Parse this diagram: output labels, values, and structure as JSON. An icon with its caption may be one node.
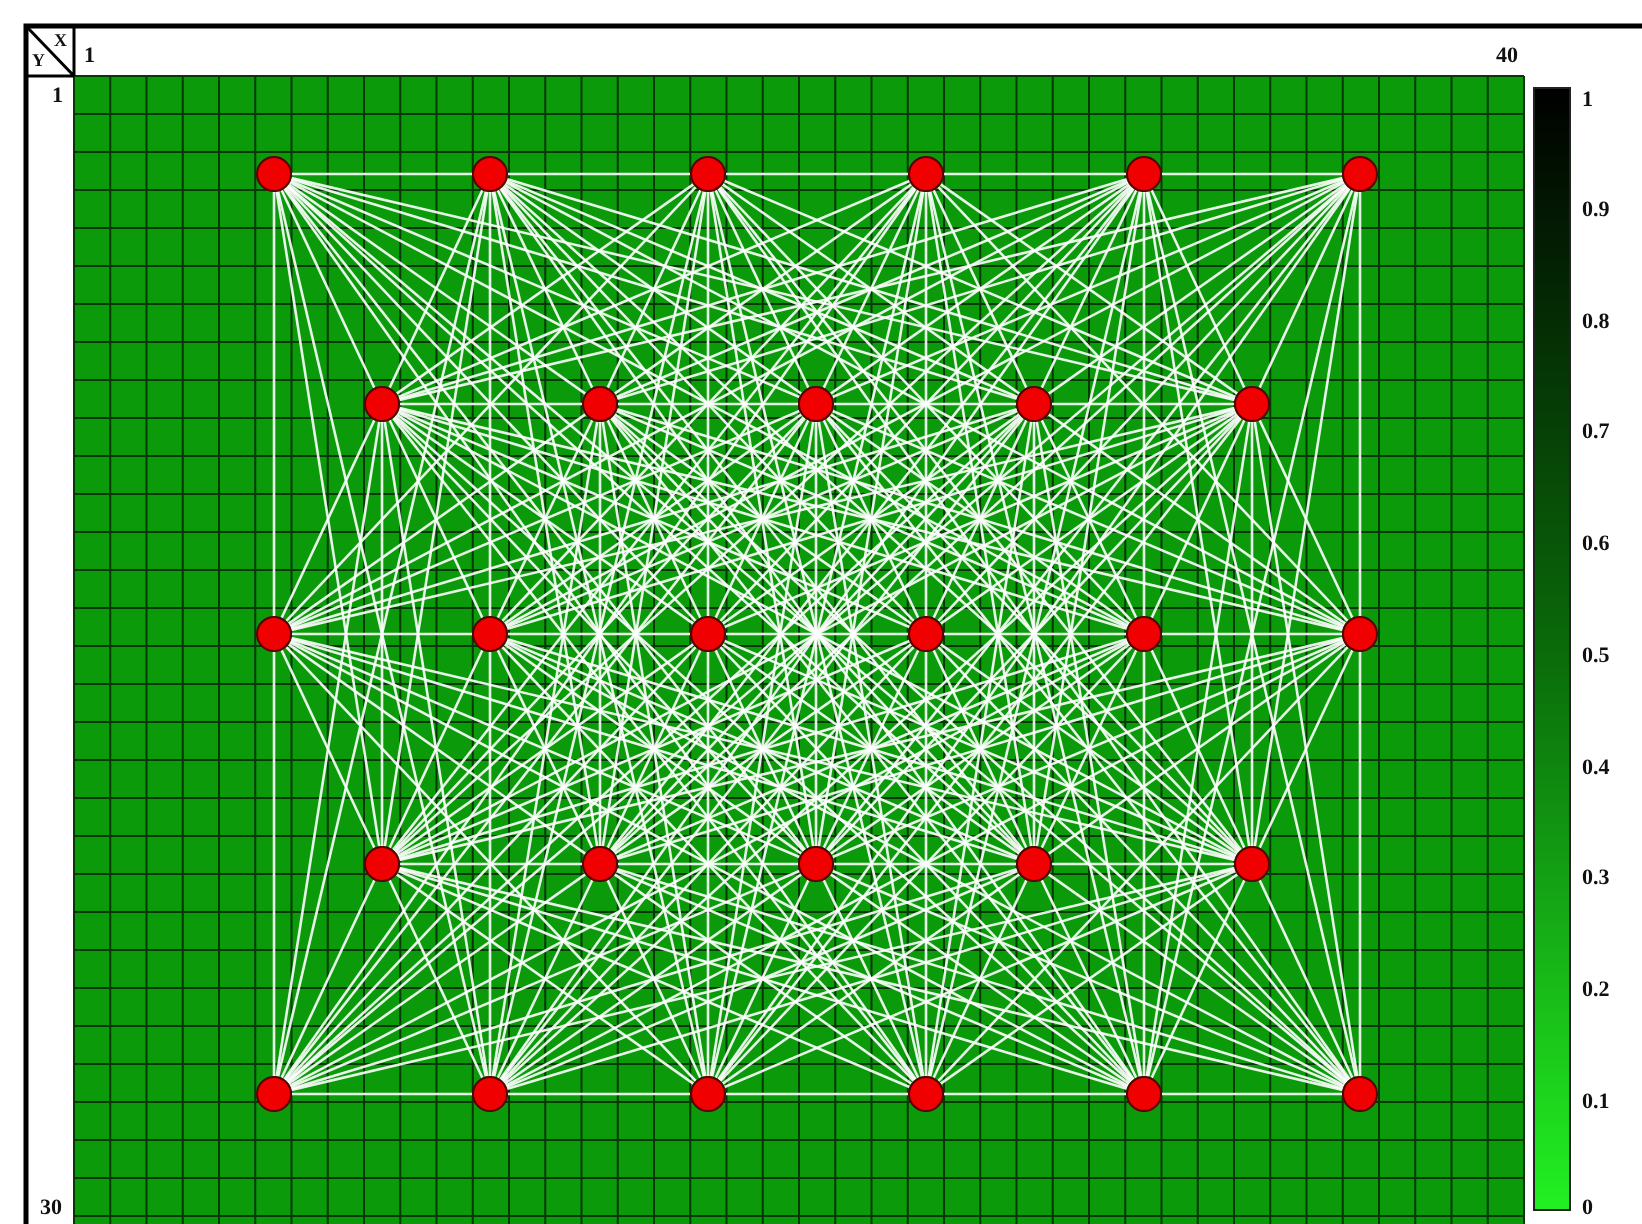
{
  "diagram": {
    "nodes": [
      {
        "text": [],
        "shape": "circle"
      },
      {
        "text": [],
        "shape": "circle"
      },
      {
        "text": [],
        "shape": "circle"
      },
      {
        "text": [],
        "shape": "circle"
      },
      {
        "text": [],
        "shape": "circle"
      },
      {
        "text": [],
        "shape": "circle"
      },
      {
        "text": [],
        "shape": "circle"
      },
      {
        "text": [],
        "shape": "circle"
      },
      {
        "text": [],
        "shape": "circle"
      },
      {
        "text": [],
        "shape": "circle"
      },
      {
        "text": [],
        "shape": "circle"
      },
      {
        "text": [],
        "shape": "circle"
      },
      {
        "text": [],
        "shape": "circle"
      },
      {
        "text": [],
        "shape": "circle"
      },
      {
        "text": [],
        "shape": "circle"
      },
      {
        "text": [],
        "shape": "circle"
      },
      {
        "text": [],
        "shape": "circle"
      },
      {
        "text": [],
        "shape": "circle"
      },
      {
        "text": [],
        "shape": "circle"
      },
      {
        "text": [],
        "shape": "circle"
      },
      {
        "text": [],
        "shape": "circle"
      },
      {
        "text": [],
        "shape": "circle"
      },
      {
        "text": [],
        "shape": "circle"
      },
      {
        "text": [],
        "shape": "circle"
      },
      {
        "text": [],
        "shape": "circle"
      },
      {
        "text": [],
        "shape": "circle"
      },
      {
        "text": [],
        "shape": "circle"
      },
      {
        "text": [],
        "shape": "circle"
      }
    ],
    "edges": [
      {
        "from": 0,
        "to": 1,
        "arrow": "none"
      },
      {
        "from": 0,
        "to": 6,
        "arrow": "none"
      },
      {
        "from": 0,
        "to": 7,
        "arrow": "none"
      },
      {
        "from": 0,
        "to": 8,
        "arrow": "none"
      },
      {
        "from": 0,
        "to": 9,
        "arrow": "none"
      },
      {
        "from": 0,
        "to": 10,
        "arrow": "none"
      },
      {
        "from": 0,
        "to": 11,
        "arrow": "none"
      },
      {
        "from": 0,
        "to": 13,
        "arrow": "none"
      },
      {
        "from": 0,
        "to": 15,
        "arrow": "none"
      },
      {
        "from": 0,
        "to": 17,
        "arrow": "none"
      },
      {
        "from": 0,
        "to": 19,
        "arrow": "none"
      },
      {
        "from": 0,
        "to": 20,
        "arrow": "none"
      },
      {
        "from": 0,
        "to": 23,
        "arrow": "none"
      },
      {
        "from": 0,
        "to": 25,
        "arrow": "none"
      },
      {
        "from": 0,
        "to": 27,
        "arrow": "none"
      },
      {
        "from": 1,
        "to": 2,
        "arrow": "none"
      },
      {
        "from": 1,
        "to": 6,
        "arrow": "none"
      },
      {
        "from": 1,
        "to": 7,
        "arrow": "none"
      },
      {
        "from": 1,
        "to": 8,
        "arrow": "none"
      },
      {
        "from": 1,
        "to": 9,
        "arrow": "none"
      },
      {
        "from": 1,
        "to": 10,
        "arrow": "none"
      },
      {
        "from": 1,
        "to": 12,
        "arrow": "none"
      },
      {
        "from": 1,
        "to": 14,
        "arrow": "none"
      },
      {
        "from": 1,
        "to": 16,
        "arrow": "none"
      },
      {
        "from": 1,
        "to": 17,
        "arrow": "none"
      },
      {
        "from": 1,
        "to": 18,
        "arrow": "none"
      },
      {
        "from": 1,
        "to": 20,
        "arrow": "none"
      },
      {
        "from": 1,
        "to": 21,
        "arrow": "none"
      },
      {
        "from": 1,
        "to": 22,
        "arrow": "none"
      },
      {
        "from": 1,
        "to": 24,
        "arrow": "none"
      },
      {
        "from": 1,
        "to": 26,
        "arrow": "none"
      },
      {
        "from": 2,
        "to": 3,
        "arrow": "none"
      },
      {
        "from": 2,
        "to": 6,
        "arrow": "none"
      },
      {
        "from": 2,
        "to": 7,
        "arrow": "none"
      },
      {
        "from": 2,
        "to": 8,
        "arrow": "none"
      },
      {
        "from": 2,
        "to": 9,
        "arrow": "none"
      },
      {
        "from": 2,
        "to": 10,
        "arrow": "none"
      },
      {
        "from": 2,
        "to": 11,
        "arrow": "none"
      },
      {
        "from": 2,
        "to": 13,
        "arrow": "none"
      },
      {
        "from": 2,
        "to": 15,
        "arrow": "none"
      },
      {
        "from": 2,
        "to": 18,
        "arrow": "none"
      },
      {
        "from": 2,
        "to": 19,
        "arrow": "none"
      },
      {
        "from": 2,
        "to": 21,
        "arrow": "none"
      },
      {
        "from": 2,
        "to": 23,
        "arrow": "none"
      },
      {
        "from": 2,
        "to": 25,
        "arrow": "none"
      },
      {
        "from": 2,
        "to": 27,
        "arrow": "none"
      },
      {
        "from": 3,
        "to": 4,
        "arrow": "none"
      },
      {
        "from": 3,
        "to": 6,
        "arrow": "none"
      },
      {
        "from": 3,
        "to": 7,
        "arrow": "none"
      },
      {
        "from": 3,
        "to": 8,
        "arrow": "none"
      },
      {
        "from": 3,
        "to": 9,
        "arrow": "none"
      },
      {
        "from": 3,
        "to": 10,
        "arrow": "none"
      },
      {
        "from": 3,
        "to": 12,
        "arrow": "none"
      },
      {
        "from": 3,
        "to": 14,
        "arrow": "none"
      },
      {
        "from": 3,
        "to": 16,
        "arrow": "none"
      },
      {
        "from": 3,
        "to": 17,
        "arrow": "none"
      },
      {
        "from": 3,
        "to": 19,
        "arrow": "none"
      },
      {
        "from": 3,
        "to": 20,
        "arrow": "none"
      },
      {
        "from": 3,
        "to": 22,
        "arrow": "none"
      },
      {
        "from": 3,
        "to": 24,
        "arrow": "none"
      },
      {
        "from": 3,
        "to": 26,
        "arrow": "none"
      },
      {
        "from": 4,
        "to": 5,
        "arrow": "none"
      },
      {
        "from": 4,
        "to": 6,
        "arrow": "none"
      },
      {
        "from": 4,
        "to": 7,
        "arrow": "none"
      },
      {
        "from": 4,
        "to": 8,
        "arrow": "none"
      },
      {
        "from": 4,
        "to": 9,
        "arrow": "none"
      },
      {
        "from": 4,
        "to": 10,
        "arrow": "none"
      },
      {
        "from": 4,
        "to": 11,
        "arrow": "none"
      },
      {
        "from": 4,
        "to": 13,
        "arrow": "none"
      },
      {
        "from": 4,
        "to": 15,
        "arrow": "none"
      },
      {
        "from": 4,
        "to": 17,
        "arrow": "none"
      },
      {
        "from": 4,
        "to": 18,
        "arrow": "none"
      },
      {
        "from": 4,
        "to": 20,
        "arrow": "none"
      },
      {
        "from": 4,
        "to": 21,
        "arrow": "none"
      },
      {
        "from": 4,
        "to": 23,
        "arrow": "none"
      },
      {
        "from": 4,
        "to": 25,
        "arrow": "none"
      },
      {
        "from": 4,
        "to": 27,
        "arrow": "none"
      },
      {
        "from": 5,
        "to": 6,
        "arrow": "none"
      },
      {
        "from": 5,
        "to": 7,
        "arrow": "none"
      },
      {
        "from": 5,
        "to": 8,
        "arrow": "none"
      },
      {
        "from": 5,
        "to": 9,
        "arrow": "none"
      },
      {
        "from": 5,
        "to": 10,
        "arrow": "none"
      },
      {
        "from": 5,
        "to": 12,
        "arrow": "none"
      },
      {
        "from": 5,
        "to": 14,
        "arrow": "none"
      },
      {
        "from": 5,
        "to": 16,
        "arrow": "none"
      },
      {
        "from": 5,
        "to": 18,
        "arrow": "none"
      },
      {
        "from": 5,
        "to": 19,
        "arrow": "none"
      },
      {
        "from": 5,
        "to": 21,
        "arrow": "none"
      },
      {
        "from": 5,
        "to": 22,
        "arrow": "none"
      },
      {
        "from": 5,
        "to": 24,
        "arrow": "none"
      },
      {
        "from": 5,
        "to": 26,
        "arrow": "none"
      },
      {
        "from": 6,
        "to": 7,
        "arrow": "none"
      },
      {
        "from": 6,
        "to": 11,
        "arrow": "none"
      },
      {
        "from": 6,
        "to": 12,
        "arrow": "none"
      },
      {
        "from": 6,
        "to": 13,
        "arrow": "none"
      },
      {
        "from": 6,
        "to": 14,
        "arrow": "none"
      },
      {
        "from": 6,
        "to": 15,
        "arrow": "none"
      },
      {
        "from": 6,
        "to": 16,
        "arrow": "none"
      },
      {
        "from": 6,
        "to": 17,
        "arrow": "none"
      },
      {
        "from": 6,
        "to": 19,
        "arrow": "none"
      },
      {
        "from": 6,
        "to": 21,
        "arrow": "none"
      },
      {
        "from": 6,
        "to": 22,
        "arrow": "none"
      },
      {
        "from": 6,
        "to": 23,
        "arrow": "none"
      },
      {
        "from": 6,
        "to": 25,
        "arrow": "none"
      },
      {
        "from": 6,
        "to": 26,
        "arrow": "none"
      },
      {
        "from": 7,
        "to": 8,
        "arrow": "none"
      },
      {
        "from": 7,
        "to": 11,
        "arrow": "none"
      },
      {
        "from": 7,
        "to": 12,
        "arrow": "none"
      },
      {
        "from": 7,
        "to": 13,
        "arrow": "none"
      },
      {
        "from": 7,
        "to": 14,
        "arrow": "none"
      },
      {
        "from": 7,
        "to": 15,
        "arrow": "none"
      },
      {
        "from": 7,
        "to": 16,
        "arrow": "none"
      },
      {
        "from": 7,
        "to": 18,
        "arrow": "none"
      },
      {
        "from": 7,
        "to": 20,
        "arrow": "none"
      },
      {
        "from": 7,
        "to": 23,
        "arrow": "none"
      },
      {
        "from": 7,
        "to": 24,
        "arrow": "none"
      },
      {
        "from": 7,
        "to": 26,
        "arrow": "none"
      },
      {
        "from": 7,
        "to": 27,
        "arrow": "none"
      },
      {
        "from": 8,
        "to": 9,
        "arrow": "none"
      },
      {
        "from": 8,
        "to": 11,
        "arrow": "none"
      },
      {
        "from": 8,
        "to": 12,
        "arrow": "none"
      },
      {
        "from": 8,
        "to": 13,
        "arrow": "none"
      },
      {
        "from": 8,
        "to": 14,
        "arrow": "none"
      },
      {
        "from": 8,
        "to": 15,
        "arrow": "none"
      },
      {
        "from": 8,
        "to": 16,
        "arrow": "none"
      },
      {
        "from": 8,
        "to": 17,
        "arrow": "none"
      },
      {
        "from": 8,
        "to": 19,
        "arrow": "none"
      },
      {
        "from": 8,
        "to": 21,
        "arrow": "none"
      },
      {
        "from": 8,
        "to": 22,
        "arrow": "none"
      },
      {
        "from": 8,
        "to": 24,
        "arrow": "none"
      },
      {
        "from": 8,
        "to": 25,
        "arrow": "none"
      },
      {
        "from": 8,
        "to": 27,
        "arrow": "none"
      },
      {
        "from": 9,
        "to": 10,
        "arrow": "none"
      },
      {
        "from": 9,
        "to": 11,
        "arrow": "none"
      },
      {
        "from": 9,
        "to": 12,
        "arrow": "none"
      },
      {
        "from": 9,
        "to": 13,
        "arrow": "none"
      },
      {
        "from": 9,
        "to": 14,
        "arrow": "none"
      },
      {
        "from": 9,
        "to": 15,
        "arrow": "none"
      },
      {
        "from": 9,
        "to": 16,
        "arrow": "none"
      },
      {
        "from": 9,
        "to": 18,
        "arrow": "none"
      },
      {
        "from": 9,
        "to": 20,
        "arrow": "none"
      },
      {
        "from": 9,
        "to": 22,
        "arrow": "none"
      },
      {
        "from": 9,
        "to": 23,
        "arrow": "none"
      },
      {
        "from": 9,
        "to": 25,
        "arrow": "none"
      },
      {
        "from": 9,
        "to": 26,
        "arrow": "none"
      },
      {
        "from": 10,
        "to": 11,
        "arrow": "none"
      },
      {
        "from": 10,
        "to": 12,
        "arrow": "none"
      },
      {
        "from": 10,
        "to": 13,
        "arrow": "none"
      },
      {
        "from": 10,
        "to": 14,
        "arrow": "none"
      },
      {
        "from": 10,
        "to": 15,
        "arrow": "none"
      },
      {
        "from": 10,
        "to": 16,
        "arrow": "none"
      },
      {
        "from": 10,
        "to": 17,
        "arrow": "none"
      },
      {
        "from": 10,
        "to": 19,
        "arrow": "none"
      },
      {
        "from": 10,
        "to": 21,
        "arrow": "none"
      },
      {
        "from": 10,
        "to": 23,
        "arrow": "none"
      },
      {
        "from": 10,
        "to": 24,
        "arrow": "none"
      },
      {
        "from": 10,
        "to": 26,
        "arrow": "none"
      },
      {
        "from": 10,
        "to": 27,
        "arrow": "none"
      },
      {
        "from": 11,
        "to": 12,
        "arrow": "none"
      },
      {
        "from": 11,
        "to": 17,
        "arrow": "none"
      },
      {
        "from": 11,
        "to": 18,
        "arrow": "none"
      },
      {
        "from": 11,
        "to": 19,
        "arrow": "none"
      },
      {
        "from": 11,
        "to": 20,
        "arrow": "none"
      },
      {
        "from": 11,
        "to": 21,
        "arrow": "none"
      },
      {
        "from": 11,
        "to": 22,
        "arrow": "none"
      },
      {
        "from": 11,
        "to": 24,
        "arrow": "none"
      },
      {
        "from": 11,
        "to": 26,
        "arrow": "none"
      },
      {
        "from": 12,
        "to": 13,
        "arrow": "none"
      },
      {
        "from": 12,
        "to": 17,
        "arrow": "none"
      },
      {
        "from": 12,
        "to": 18,
        "arrow": "none"
      },
      {
        "from": 12,
        "to": 19,
        "arrow": "none"
      },
      {
        "from": 12,
        "to": 20,
        "arrow": "none"
      },
      {
        "from": 12,
        "to": 21,
        "arrow": "none"
      },
      {
        "from": 12,
        "to": 23,
        "arrow": "none"
      },
      {
        "from": 12,
        "to": 25,
        "arrow": "none"
      },
      {
        "from": 12,
        "to": 27,
        "arrow": "none"
      },
      {
        "from": 13,
        "to": 14,
        "arrow": "none"
      },
      {
        "from": 13,
        "to": 17,
        "arrow": "none"
      },
      {
        "from": 13,
        "to": 18,
        "arrow": "none"
      },
      {
        "from": 13,
        "to": 19,
        "arrow": "none"
      },
      {
        "from": 13,
        "to": 20,
        "arrow": "none"
      },
      {
        "from": 13,
        "to": 21,
        "arrow": "none"
      },
      {
        "from": 13,
        "to": 22,
        "arrow": "none"
      },
      {
        "from": 13,
        "to": 24,
        "arrow": "none"
      },
      {
        "from": 13,
        "to": 26,
        "arrow": "none"
      },
      {
        "from": 14,
        "to": 15,
        "arrow": "none"
      },
      {
        "from": 14,
        "to": 17,
        "arrow": "none"
      },
      {
        "from": 14,
        "to": 18,
        "arrow": "none"
      },
      {
        "from": 14,
        "to": 19,
        "arrow": "none"
      },
      {
        "from": 14,
        "to": 20,
        "arrow": "none"
      },
      {
        "from": 14,
        "to": 21,
        "arrow": "none"
      },
      {
        "from": 14,
        "to": 23,
        "arrow": "none"
      },
      {
        "from": 14,
        "to": 25,
        "arrow": "none"
      },
      {
        "from": 14,
        "to": 27,
        "arrow": "none"
      },
      {
        "from": 15,
        "to": 16,
        "arrow": "none"
      },
      {
        "from": 15,
        "to": 17,
        "arrow": "none"
      },
      {
        "from": 15,
        "to": 18,
        "arrow": "none"
      },
      {
        "from": 15,
        "to": 19,
        "arrow": "none"
      },
      {
        "from": 15,
        "to": 20,
        "arrow": "none"
      },
      {
        "from": 15,
        "to": 21,
        "arrow": "none"
      },
      {
        "from": 15,
        "to": 22,
        "arrow": "none"
      },
      {
        "from": 15,
        "to": 24,
        "arrow": "none"
      },
      {
        "from": 15,
        "to": 26,
        "arrow": "none"
      },
      {
        "from": 16,
        "to": 17,
        "arrow": "none"
      },
      {
        "from": 16,
        "to": 18,
        "arrow": "none"
      },
      {
        "from": 16,
        "to": 19,
        "arrow": "none"
      },
      {
        "from": 16,
        "to": 20,
        "arrow": "none"
      },
      {
        "from": 16,
        "to": 21,
        "arrow": "none"
      },
      {
        "from": 16,
        "to": 23,
        "arrow": "none"
      },
      {
        "from": 16,
        "to": 25,
        "arrow": "none"
      },
      {
        "from": 16,
        "to": 27,
        "arrow": "none"
      },
      {
        "from": 17,
        "to": 18,
        "arrow": "none"
      },
      {
        "from": 17,
        "to": 22,
        "arrow": "none"
      },
      {
        "from": 17,
        "to": 23,
        "arrow": "none"
      },
      {
        "from": 17,
        "to": 24,
        "arrow": "none"
      },
      {
        "from": 17,
        "to": 25,
        "arrow": "none"
      },
      {
        "from": 17,
        "to": 26,
        "arrow": "none"
      },
      {
        "from": 17,
        "to": 27,
        "arrow": "none"
      },
      {
        "from": 18,
        "to": 19,
        "arrow": "none"
      },
      {
        "from": 18,
        "to": 22,
        "arrow": "none"
      },
      {
        "from": 18,
        "to": 23,
        "arrow": "none"
      },
      {
        "from": 18,
        "to": 24,
        "arrow": "none"
      },
      {
        "from": 18,
        "to": 25,
        "arrow": "none"
      },
      {
        "from": 18,
        "to": 26,
        "arrow": "none"
      },
      {
        "from": 18,
        "to": 27,
        "arrow": "none"
      },
      {
        "from": 19,
        "to": 20,
        "arrow": "none"
      },
      {
        "from": 19,
        "to": 22,
        "arrow": "none"
      },
      {
        "from": 19,
        "to": 23,
        "arrow": "none"
      },
      {
        "from": 19,
        "to": 24,
        "arrow": "none"
      },
      {
        "from": 19,
        "to": 25,
        "arrow": "none"
      },
      {
        "from": 19,
        "to": 26,
        "arrow": "none"
      },
      {
        "from": 19,
        "to": 27,
        "arrow": "none"
      },
      {
        "from": 20,
        "to": 21,
        "arrow": "none"
      },
      {
        "from": 20,
        "to": 22,
        "arrow": "none"
      },
      {
        "from": 20,
        "to": 23,
        "arrow": "none"
      },
      {
        "from": 20,
        "to": 24,
        "arrow": "none"
      },
      {
        "from": 20,
        "to": 25,
        "arrow": "none"
      },
      {
        "from": 20,
        "to": 26,
        "arrow": "none"
      },
      {
        "from": 20,
        "to": 27,
        "arrow": "none"
      },
      {
        "from": 21,
        "to": 22,
        "arrow": "none"
      },
      {
        "from": 21,
        "to": 23,
        "arrow": "none"
      },
      {
        "from": 21,
        "to": 24,
        "arrow": "none"
      },
      {
        "from": 21,
        "to": 25,
        "arrow": "none"
      },
      {
        "from": 21,
        "to": 26,
        "arrow": "none"
      },
      {
        "from": 21,
        "to": 27,
        "arrow": "none"
      },
      {
        "from": 22,
        "to": 23,
        "arrow": "none"
      },
      {
        "from": 23,
        "to": 24,
        "arrow": "none"
      },
      {
        "from": 24,
        "to": 25,
        "arrow": "none"
      },
      {
        "from": 25,
        "to": 26,
        "arrow": "none"
      },
      {
        "from": 26,
        "to": 27,
        "arrow": "none"
      }
    ],
    "labels": [
      "X",
      "Y",
      "1",
      "40",
      "1",
      "30",
      "1",
      "0.9",
      "0.8",
      "0.7",
      "0.6",
      "0.5",
      "0.4",
      "0.3",
      "0.2",
      "0.1",
      "0"
    ]
  }
}
